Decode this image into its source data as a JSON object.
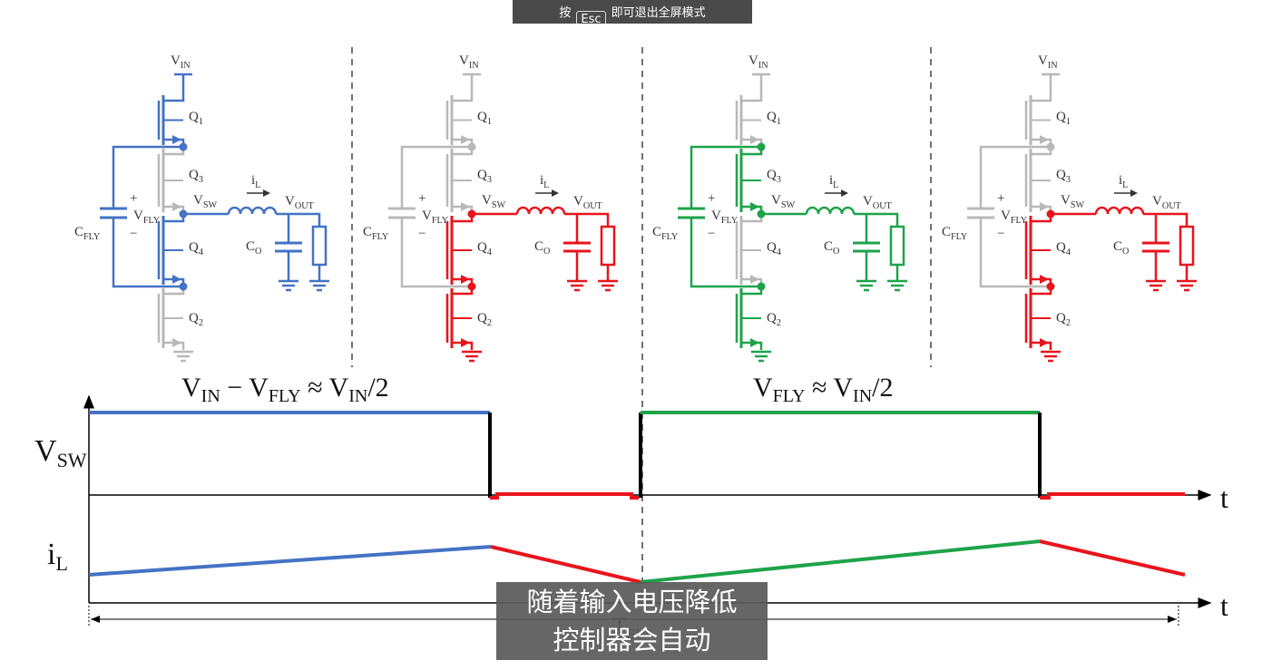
{
  "overlay": {
    "esc_prefix": "按",
    "esc_key": "Esc",
    "esc_suffix": "即可退出全屏模式"
  },
  "subtitle": {
    "line1": "随着输入电压降低",
    "line2": "控制器会自动"
  },
  "colors": {
    "blue": "#4472c4",
    "red": "#e8141c",
    "green": "#1ea34a",
    "grey": "#b8b8b8",
    "black": "#000000"
  },
  "circuit": {
    "vin": "V",
    "vin_sub": "IN",
    "q1": "Q",
    "q1_sub": "1",
    "q2": "Q",
    "q2_sub": "2",
    "q3": "Q",
    "q3_sub": "3",
    "q4": "Q",
    "q4_sub": "4",
    "plus": "+",
    "minus": "−",
    "vfly": "V",
    "vfly_sub": "FLY",
    "cfly": "C",
    "cfly_sub": "FLY",
    "vsw": "V",
    "vsw_sub": "SW",
    "il": "i",
    "il_sub": "L",
    "vout": "V",
    "vout_sub": "OUT",
    "co": "C",
    "co_sub": "O"
  },
  "circuit_states": [
    {
      "id": "state-1",
      "active": [
        "Q1",
        "Q4"
      ],
      "color": "blue"
    },
    {
      "id": "state-2",
      "active": [
        "Q4",
        "Q2"
      ],
      "color": "red"
    },
    {
      "id": "state-3",
      "active": [
        "Q3",
        "Q2"
      ],
      "color": "green"
    },
    {
      "id": "state-4",
      "active": [
        "Q4",
        "Q2"
      ],
      "color": "red"
    }
  ],
  "waveforms": {
    "label_left_a": "V",
    "label_left_a_sub": "IN",
    "label_left_b": " − V",
    "label_left_b_sub": "FLY",
    "label_left_c": " ≈ V",
    "label_left_c_sub": "IN",
    "label_left_d": "/2",
    "label_right_a": "V",
    "label_right_a_sub": "FLY",
    "label_right_b": " ≈ V",
    "label_right_b_sub": "IN",
    "label_right_c": "/2",
    "vsw_axis": "V",
    "vsw_axis_sub": "SW",
    "il_axis": "i",
    "il_axis_sub": "L",
    "t_axis_1": "t",
    "t_axis_2": "t",
    "period_label": "T",
    "period_label_sub": "SW"
  }
}
